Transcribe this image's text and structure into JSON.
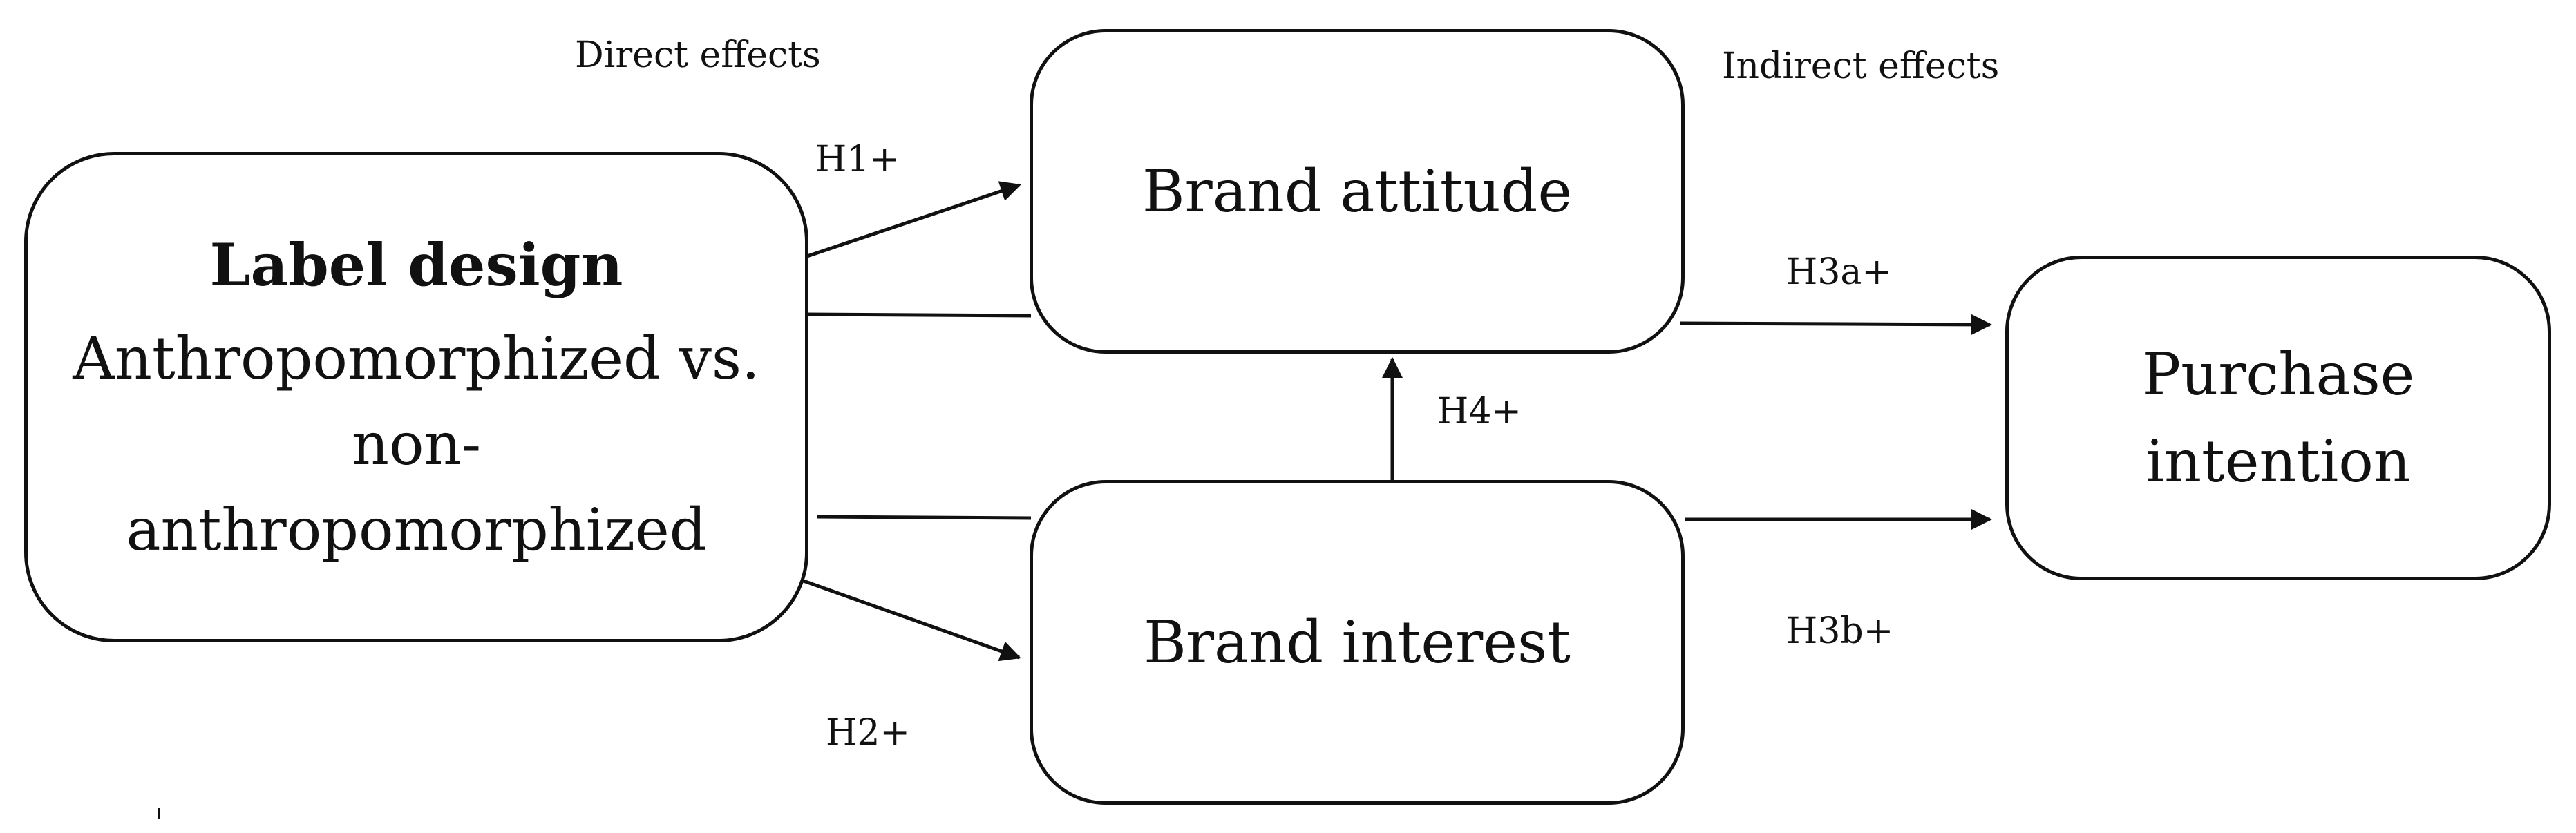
{
  "diagram": {
    "section_labels": {
      "direct": "Direct effects",
      "indirect": "Indirect effects"
    },
    "boxes": {
      "label_design": {
        "title": "Label design",
        "lines": [
          "Anthropomorphized vs.",
          "non-",
          "anthropomorphized"
        ]
      },
      "brand_attitude": "Brand attitude",
      "brand_interest": "Brand interest",
      "purchase_intention": {
        "lines": [
          "Purchase",
          "intention"
        ]
      }
    },
    "hypotheses": {
      "h1": "H1+",
      "h2": "H2+",
      "h3a": "H3a+",
      "h3b": "H3b+",
      "h4": "H4+"
    },
    "colors": {
      "stroke": "#111111",
      "background": "#ffffff"
    }
  }
}
